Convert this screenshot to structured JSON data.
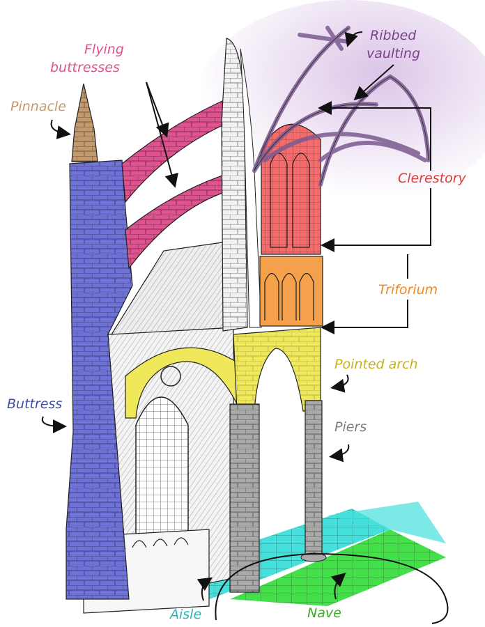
{
  "labels": {
    "pinnacle": "Pinnacle",
    "flying_buttresses_1": "Flying",
    "flying_buttresses_2": "buttresses",
    "ribbed_vaulting_1": "Ribbed",
    "ribbed_vaulting_2": "vaulting",
    "clerestory": "Clerestory",
    "triforium": "Triforium",
    "pointed_arch": "Pointed arch",
    "piers": "Piers",
    "buttress": "Buttress",
    "aisle": "Aisle",
    "nave": "Nave"
  },
  "colors": {
    "pinnacle": "#c49a6c",
    "flying_buttresses": "#e0528f",
    "ribbed_vaulting": "#7b3f8a",
    "vault_tint": "#d9c2e6",
    "clerestory": "#e23a3a",
    "clerestory_fill": "#f56a6a",
    "triforium": "#ef8a24",
    "triforium_fill": "#f5a04a",
    "pointed_arch": "#c7b21a",
    "arch_fill": "#efe85a",
    "piers": "#7b7b7b",
    "pier_fill": "#a9a9a9",
    "buttress": "#3f4fa8",
    "buttress_fill": "#6f72d8",
    "aisle": "#2db5b5",
    "aisle_fill": "#45e0dc",
    "nave": "#3caa2a",
    "nave_fill": "#44e04a",
    "line": "#222222"
  }
}
